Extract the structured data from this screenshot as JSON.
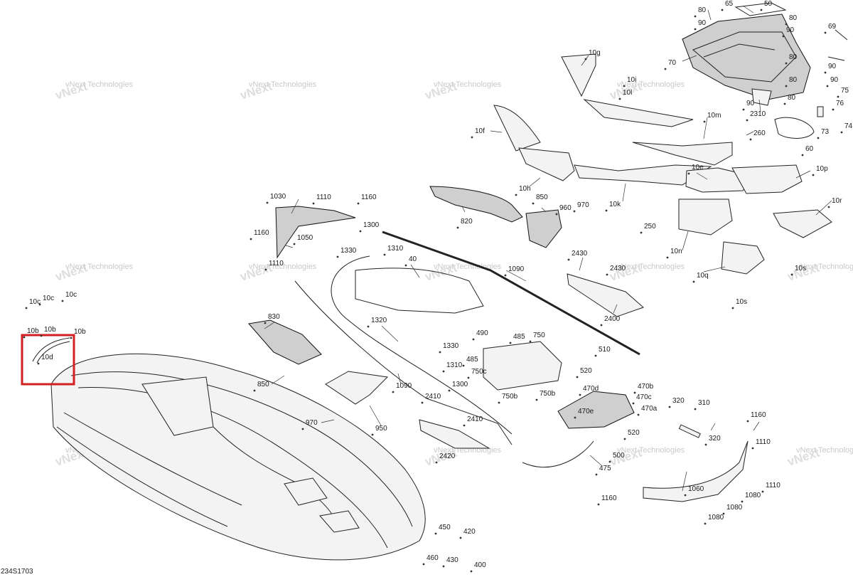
{
  "diagram": {
    "drawing_code": "234S1703",
    "watermark_text": "vNext Technologies",
    "highlight_color": "#d21f1f",
    "highlighted_callout": "10d",
    "callouts": [
      "50",
      "65",
      "80",
      "90",
      "80",
      "90",
      "69",
      "70",
      "80",
      "90",
      "80",
      "90",
      "80",
      "90",
      "75",
      "76",
      "74",
      "2310",
      "73",
      "60",
      "260",
      "10g",
      "10i",
      "10l",
      "10m",
      "10f",
      "10h",
      "10k",
      "10e",
      "10p",
      "10n",
      "10r",
      "10q",
      "10s",
      "10s",
      "1030",
      "1110",
      "1160",
      "1050",
      "1160",
      "1110",
      "1300",
      "1330",
      "1310",
      "820",
      "850",
      "960",
      "970",
      "250",
      "40",
      "1090",
      "2430",
      "2430",
      "2400",
      "830",
      "850",
      "1320",
      "1330",
      "1310",
      "1300",
      "1090",
      "490",
      "485",
      "750",
      "485",
      "750c",
      "750b",
      "750b",
      "510",
      "520",
      "470b",
      "470d",
      "470c",
      "470e",
      "470a",
      "520",
      "500",
      "475",
      "950",
      "970",
      "2410",
      "2410",
      "2420",
      "10c",
      "10c",
      "10c",
      "10b",
      "10b",
      "10b",
      "10d",
      "320",
      "310",
      "320",
      "1160",
      "1110",
      "1060",
      "1080",
      "1080",
      "1080",
      "1110",
      "1160",
      "450",
      "420",
      "460",
      "430",
      "400"
    ]
  }
}
